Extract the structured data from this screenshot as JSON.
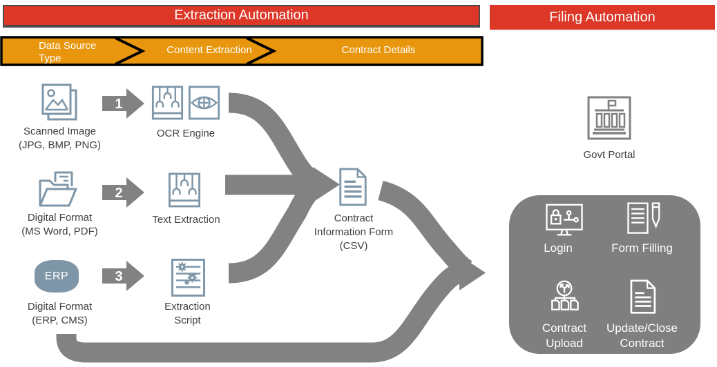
{
  "banners": {
    "extraction": "Extraction Automation",
    "filing": "Filing Automation"
  },
  "process_steps": [
    "Data Source Type",
    "Content Extraction",
    "Contract Details"
  ],
  "colors": {
    "banner_red": "#DC3727",
    "step_bar_orange": "#E8960D",
    "flow_band_gray": "#828282",
    "icon_steel_blue": "#7E96A8",
    "filing_box_gray": "#7F7F7F",
    "label_text": "#3F3F3F"
  },
  "sources": [
    {
      "step_num": "1",
      "label": [
        "Scanned Image",
        "(JPG, BMP, PNG)"
      ]
    },
    {
      "step_num": "2",
      "label": [
        "Digital Format",
        "(MS Word, PDF)"
      ]
    },
    {
      "step_num": "3",
      "label": [
        "Digital Format",
        "(ERP, CMS)"
      ],
      "badge": "ERP"
    }
  ],
  "stages": [
    {
      "label": [
        "OCR Engine"
      ]
    },
    {
      "label": [
        "Text Extraction"
      ]
    },
    {
      "label": [
        "Extraction",
        "Script"
      ]
    }
  ],
  "output": {
    "label": [
      "Contract",
      "Information Form",
      "(CSV)"
    ]
  },
  "filing": {
    "portal_label": "Govt Portal",
    "actions": [
      {
        "label": [
          "Login"
        ]
      },
      {
        "label": [
          "Form Filling"
        ]
      },
      {
        "label": [
          "Contract",
          "Upload"
        ]
      },
      {
        "label": [
          "Update/Close",
          "Contract"
        ]
      }
    ]
  }
}
